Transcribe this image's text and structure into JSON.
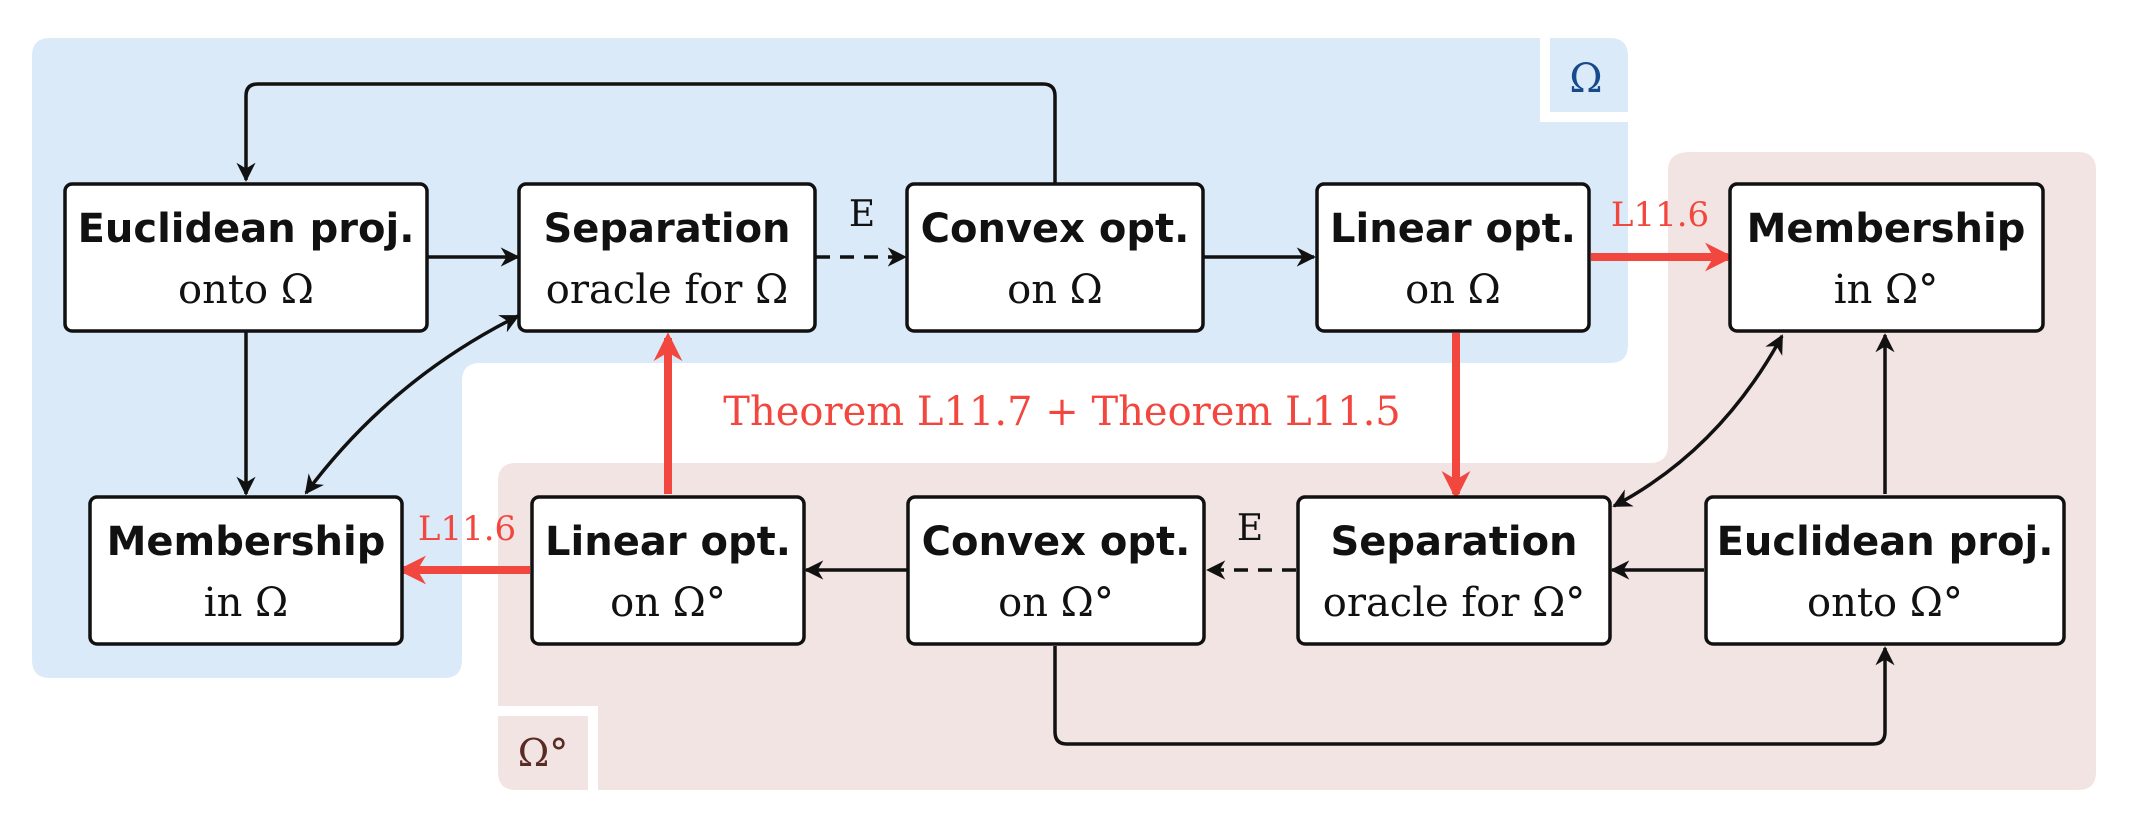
{
  "colors": {
    "omega_region": "#dbeaf8",
    "polar_region": "#f1e4e2",
    "omega_label": "#174a8c",
    "polar_label": "#5a2a24",
    "red": "#f2473f",
    "black": "#111111"
  },
  "regions": {
    "omega_label": "Ω",
    "polar_label": "Ω°"
  },
  "nodes": {
    "top_euclid": {
      "title": "Euclidean proj.",
      "sub": "onto Ω"
    },
    "top_separation": {
      "title": "Separation",
      "sub": "oracle for Ω"
    },
    "top_convex": {
      "title": "Convex opt.",
      "sub": "on Ω"
    },
    "top_linear": {
      "title": "Linear opt.",
      "sub": "on Ω"
    },
    "top_membership_polar": {
      "title": "Membership",
      "sub": "in Ω°"
    },
    "bottom_membership": {
      "title": "Membership",
      "sub": "in Ω"
    },
    "bottom_linear": {
      "title": "Linear opt.",
      "sub": "on Ω°"
    },
    "bottom_convex": {
      "title": "Convex opt.",
      "sub": "on Ω°"
    },
    "bottom_separation": {
      "title": "Separation",
      "sub": "oracle for Ω°"
    },
    "bottom_euclid": {
      "title": "Euclidean proj.",
      "sub": "onto Ω°"
    }
  },
  "edge_labels": {
    "e_top": "E",
    "e_bottom": "E",
    "l116_top": "L11.6",
    "l116_bottom": "L11.6",
    "theorem": "Theorem L11.7 + Theorem L11.5"
  }
}
